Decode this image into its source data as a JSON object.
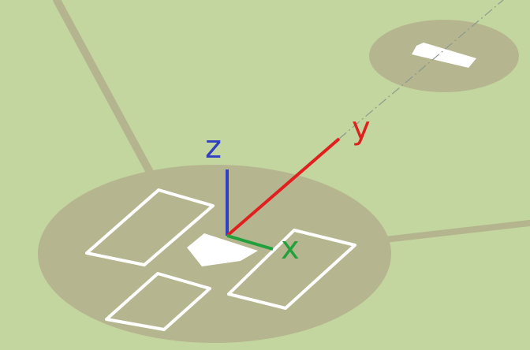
{
  "axes": {
    "x": {
      "label": "x",
      "color": "#22a03c"
    },
    "y": {
      "label": "y",
      "color": "#e0201e"
    },
    "z": {
      "label": "z",
      "color": "#3040c0"
    }
  },
  "colors": {
    "grass": "#c4d69f",
    "dirt": "#b5b68f",
    "chalk": "#ffffff",
    "guide_line": "#8c9a8c"
  }
}
